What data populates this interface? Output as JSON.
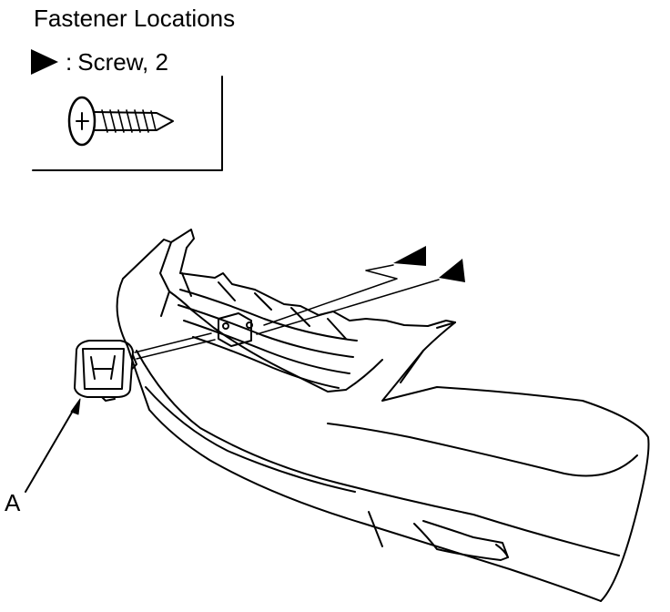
{
  "title": "Fastener Locations",
  "legend": {
    "symbol_icon": "black-triangle-arrow",
    "separator": ":",
    "label": "Screw, 2"
  },
  "callouts": [
    {
      "id": "A",
      "label": "A"
    }
  ],
  "colors": {
    "line": "#000000",
    "background": "#ffffff"
  }
}
